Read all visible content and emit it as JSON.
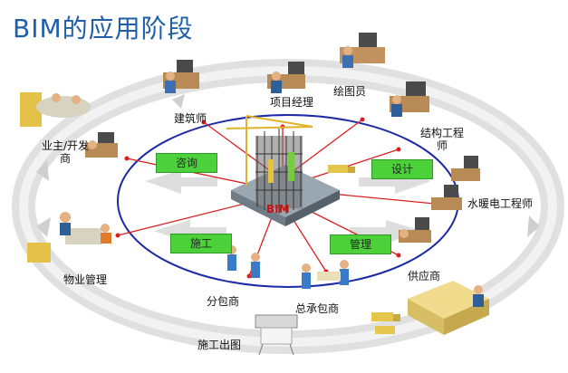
{
  "title": "BIM的应用阶段",
  "center_label": "BIM",
  "stages": {
    "consult": "咨询",
    "design": "设计",
    "construction": "施工",
    "management": "管理"
  },
  "participants": {
    "owner": "业主/开发商",
    "architect": "建筑师",
    "project_manager": "项目经理",
    "drafter": "绘图员",
    "structural_engineer": "结构工程师",
    "mep_engineer": "水暖电工程师",
    "supplier": "供应商",
    "general_contractor": "总承包商",
    "subcontractor": "分包商",
    "property_management": "物业管理",
    "construction_drawing": "施工出图"
  },
  "colors": {
    "title": "#1f5fa8",
    "ellipse": "#1c2aa8",
    "arrows": "#d92020",
    "stage_fill": "#4cd13a",
    "ring": "#d9d9d9"
  }
}
